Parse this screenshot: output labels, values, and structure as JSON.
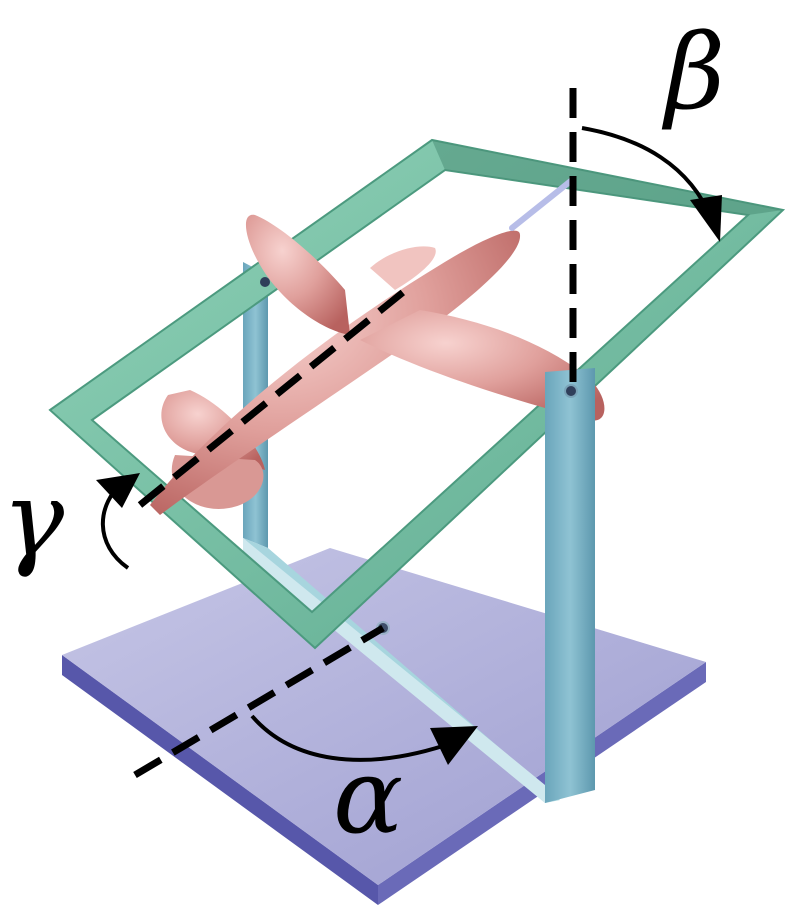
{
  "diagram": {
    "angle_labels": {
      "alpha": "α",
      "beta": "β",
      "gamma": "γ"
    },
    "colors": {
      "base_top": "#b1b1da",
      "base_side": "#5c5cae",
      "base_edge": "#8585c6",
      "outer_frame": "#88bdcb",
      "outer_frame_dark": "#4f8fa6",
      "gimbal_ring": "#7cc0a8",
      "gimbal_ring_dark": "#4c9a7f",
      "airplane": "#e3a3a0",
      "airplane_dark": "#b86b6a",
      "axis_line": "#000000"
    }
  }
}
